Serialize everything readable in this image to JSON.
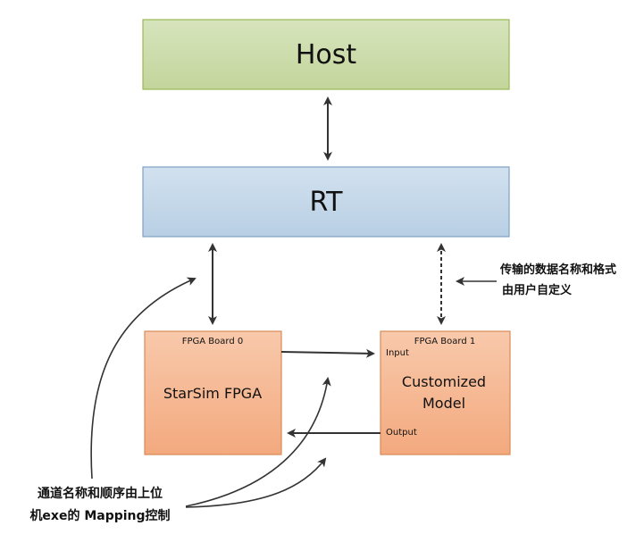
{
  "host_box": {
    "title": "Host",
    "fill": "#c3d59b",
    "fill_top": "#d7e4bd",
    "stroke": "#98b954"
  },
  "rt_box": {
    "title": "RT",
    "fill": "#b8cfe4",
    "fill_top": "#d2e1ef",
    "stroke": "#7fa0c4"
  },
  "board0": {
    "label": "FPGA Board 0",
    "title": "StarSim FPGA",
    "fill": "#f3a97e",
    "fill_top": "#f8c9ab",
    "stroke": "#d98a57"
  },
  "board1": {
    "label": "FPGA Board 1",
    "title_line1": "Customized",
    "title_line2": "Model",
    "input_label": "Input",
    "output_label": "Output",
    "fill": "#f3a97e",
    "fill_top": "#f8c9ab",
    "stroke": "#d98a57"
  },
  "annotation_right": {
    "line1": "传输的数据名称和格式",
    "line2": "由用户自定义"
  },
  "annotation_bottom": {
    "line1": "通道名称和顺序由上位",
    "line2": "机exe的 Mapping控制"
  },
  "colors": {
    "arrow": "#333333"
  }
}
